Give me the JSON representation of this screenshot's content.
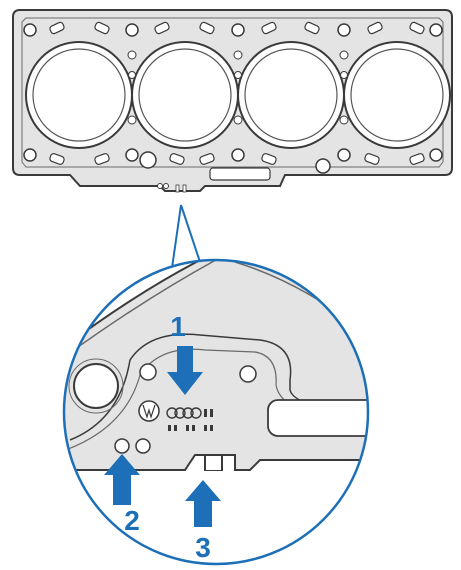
{
  "callouts": [
    {
      "id": "1",
      "label": "1"
    },
    {
      "id": "2",
      "label": "2"
    },
    {
      "id": "3",
      "label": "3"
    }
  ],
  "colors": {
    "accent": "#1d6fb8",
    "gasket_fill": "#e4e4e4",
    "gasket_outline": "#3a3a3a",
    "background": "#ffffff"
  },
  "gasket": {
    "cylinder_count": 4
  }
}
